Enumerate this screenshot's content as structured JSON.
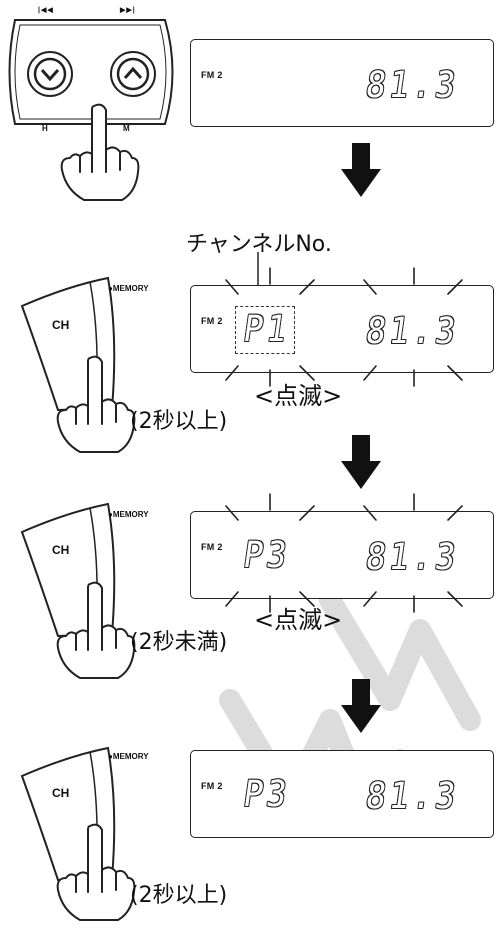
{
  "step1": {
    "seek_left_label": "|◀◀",
    "seek_right_label": "▶▶|",
    "h_label": "H",
    "m_label": "M",
    "band": "FM 2",
    "frequency": "81.3"
  },
  "channel_caption": "チャンネルNo.",
  "step2": {
    "button_label": "CH",
    "memory_label": "●MEMORY",
    "band": "FM 2",
    "preset": "P1",
    "frequency": "81.3",
    "hold_note": "(2秒以上)",
    "blink_note": "<点滅>"
  },
  "step3": {
    "button_label": "CH",
    "memory_label": "●MEMORY",
    "band": "FM 2",
    "preset": "P3",
    "frequency": "81.3",
    "hold_note": "(2秒未満)",
    "blink_note": "<点滅>"
  },
  "step4": {
    "button_label": "CH",
    "memory_label": "●MEMORY",
    "band": "FM 2",
    "preset": "P3",
    "frequency": "81.3",
    "hold_note": "(2秒以上)"
  },
  "colors": {
    "ink": "#222222",
    "watermark": "#d9d9d9",
    "background": "#ffffff"
  },
  "icons": [
    "seek-down-icon",
    "seek-up-icon",
    "finger-press-icon",
    "down-arrow-icon",
    "blink-ray-icon"
  ]
}
